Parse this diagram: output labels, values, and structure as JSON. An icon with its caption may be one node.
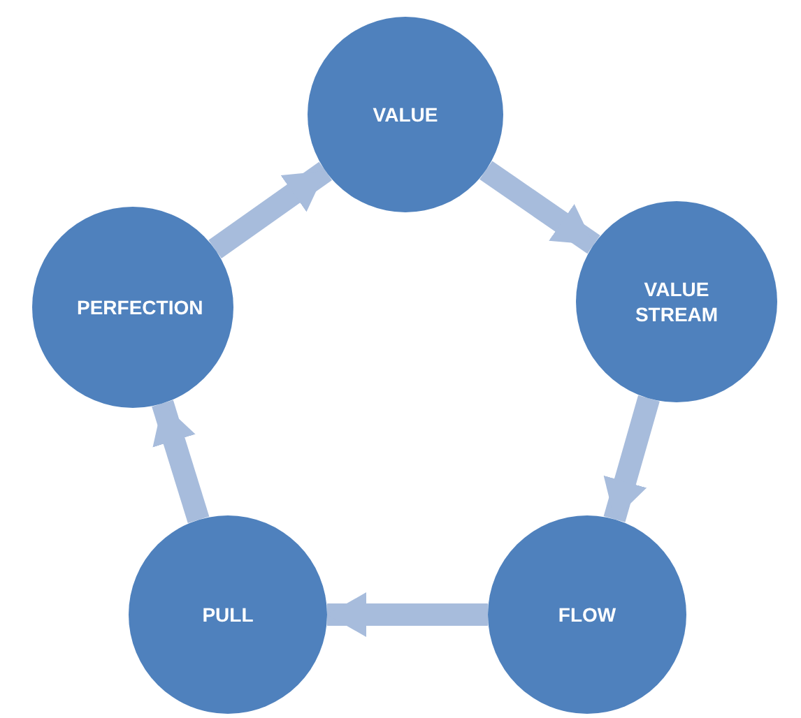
{
  "diagram": {
    "nodes": [
      {
        "text": [
          "VALUE"
        ]
      },
      {
        "text": [
          "VALUE STREAM"
        ]
      },
      {
        "text": [
          "FLOW"
        ]
      },
      {
        "text": [
          "PULL"
        ]
      },
      {
        "text": [
          "PERFECTION"
        ]
      }
    ],
    "edges": [
      {
        "from": 0,
        "to": 1,
        "arrow": "to"
      },
      {
        "from": 1,
        "to": 2,
        "arrow": "to"
      },
      {
        "from": 2,
        "to": 3,
        "arrow": "to"
      },
      {
        "from": 3,
        "to": 4,
        "arrow": "to"
      },
      {
        "from": 4,
        "to": 0,
        "arrow": "to"
      }
    ]
  }
}
